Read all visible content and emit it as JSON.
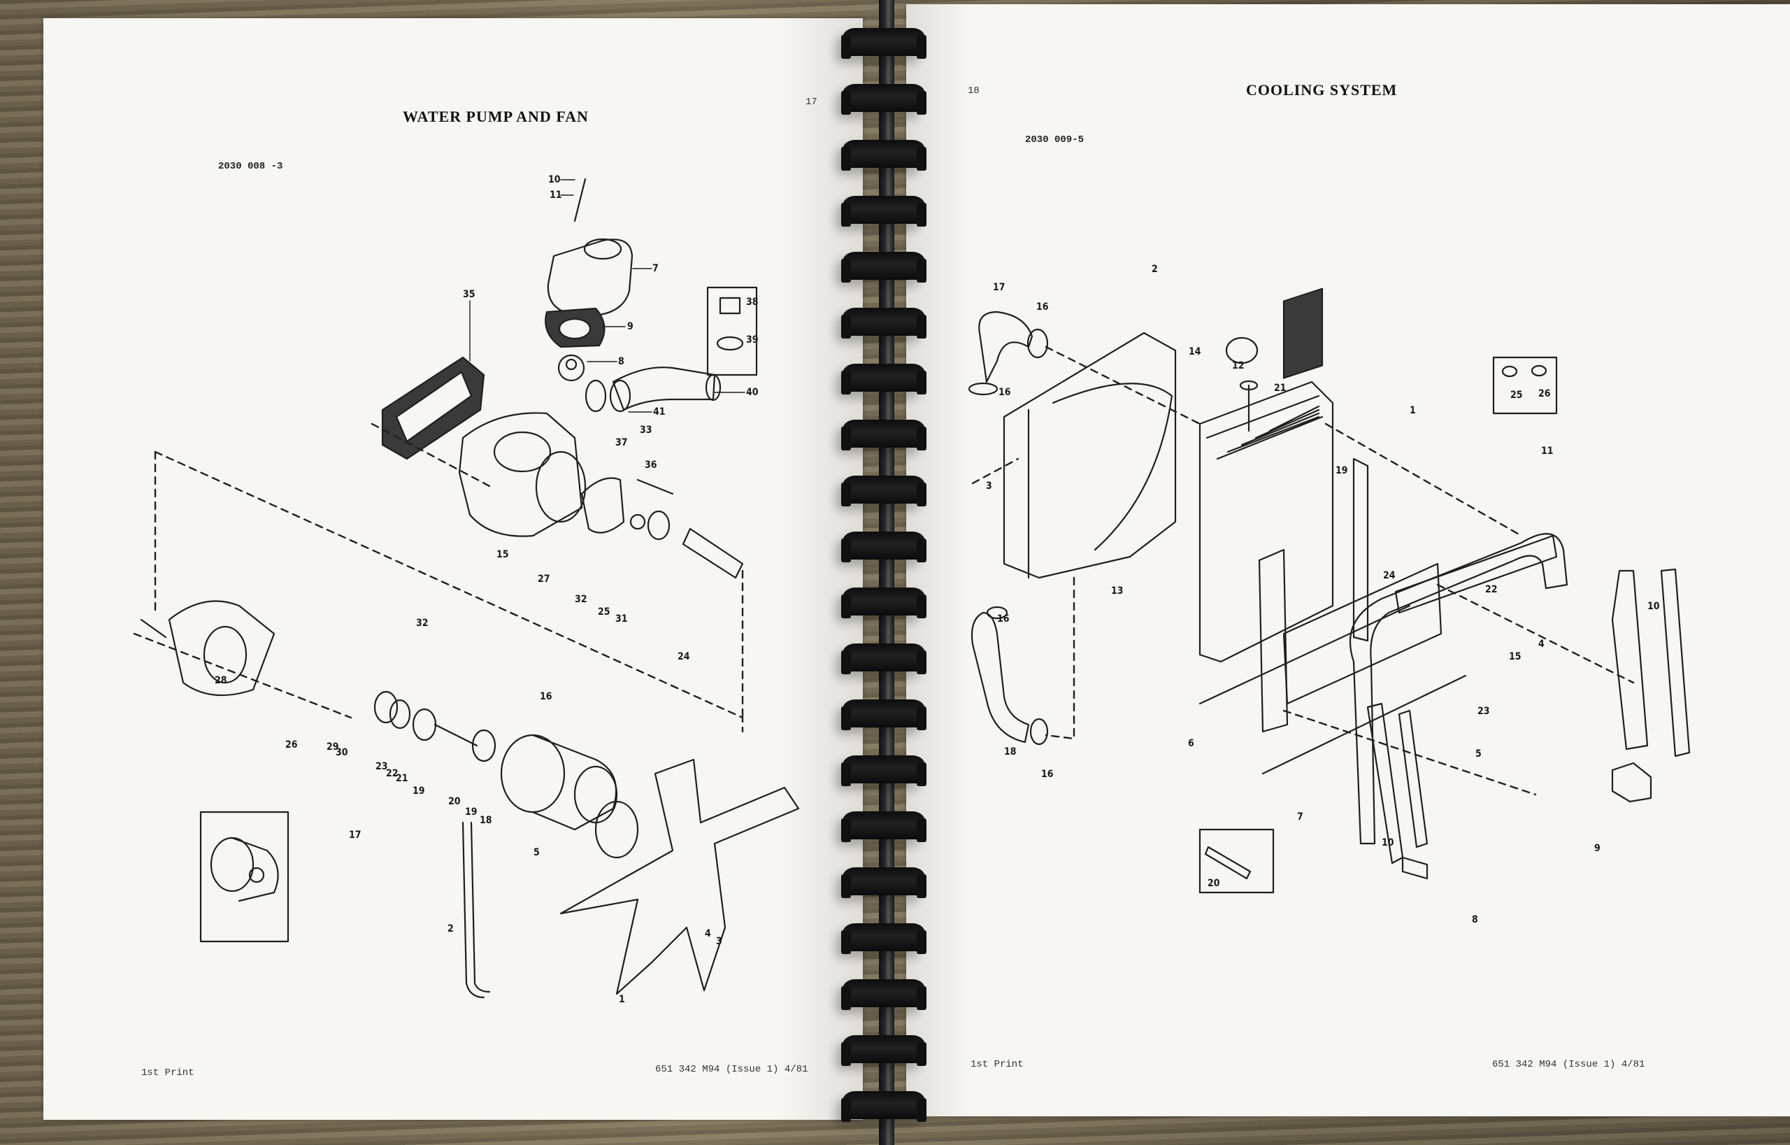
{
  "scene": {
    "background": "wooden-table",
    "colors": {
      "paper": "#f7f6f2",
      "ink": "#1f1f1f",
      "binding": "#111111",
      "wood": "#7a705a"
    },
    "binding_rings": 24
  },
  "left_page": {
    "page_number": "17",
    "title": "WATER PUMP AND FAN",
    "figure_ref": "2030 008 -3",
    "footer_left": "1st Print",
    "footer_right": "651 342 M94 (Issue 1) 4/81",
    "callouts": [
      "10",
      "11",
      "7",
      "35",
      "9",
      "38",
      "39",
      "8",
      "40",
      "41",
      "33",
      "37",
      "36",
      "15",
      "27",
      "32",
      "25",
      "31",
      "24",
      "32",
      "28",
      "26",
      "29",
      "30",
      "23",
      "22",
      "21",
      "19",
      "20",
      "19",
      "18",
      "16",
      "17",
      "5",
      "2",
      "4",
      "3",
      "1"
    ]
  },
  "right_page": {
    "page_number": "18",
    "title": "COOLING SYSTEM",
    "figure_ref": "2030 009-5",
    "footer_left": "1st Print",
    "footer_right": "651 342 M94 (Issue 1) 4/81",
    "callouts": [
      "2",
      "17",
      "16",
      "14",
      "12",
      "21",
      "16",
      "25",
      "26",
      "1",
      "11",
      "3",
      "19",
      "24",
      "22",
      "13",
      "16",
      "15",
      "4",
      "10",
      "23",
      "18",
      "16",
      "6",
      "5",
      "7",
      "10",
      "9",
      "20",
      "8"
    ]
  }
}
